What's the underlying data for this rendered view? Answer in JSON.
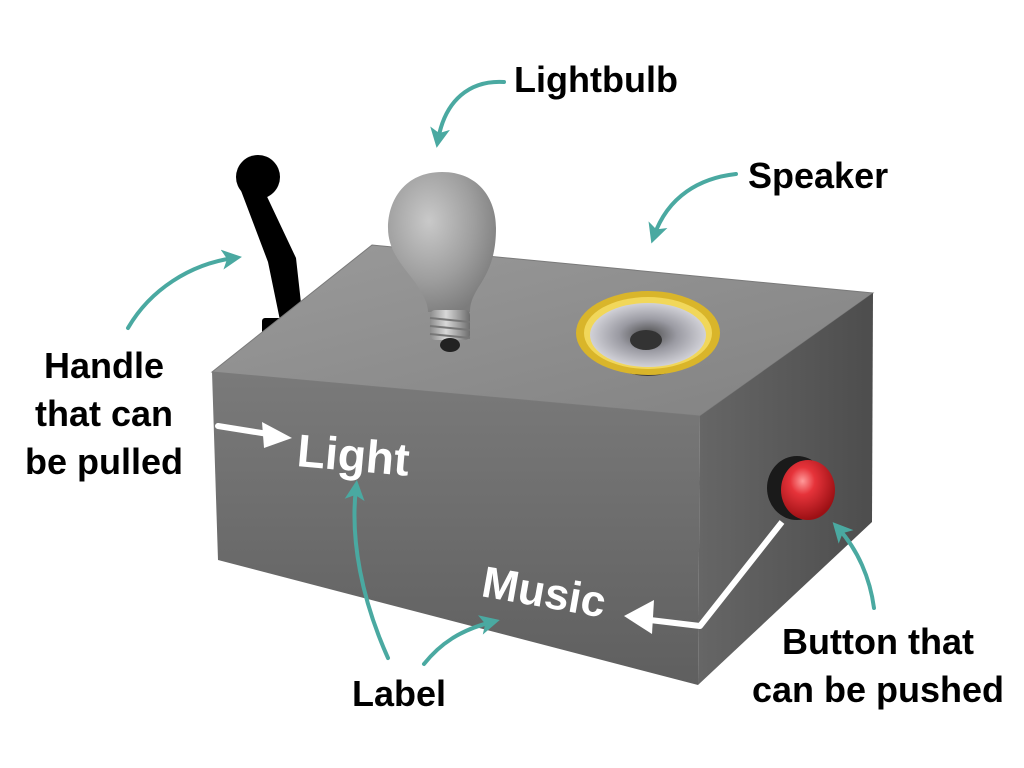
{
  "callouts": {
    "lightbulb": "Lightbulb",
    "speaker": "Speaker",
    "handle": [
      "Handle",
      "that can",
      "be pulled"
    ],
    "label": "Label",
    "button": [
      "Button that",
      "can be pushed"
    ]
  },
  "box_labels": {
    "light": "Light",
    "music": "Music"
  },
  "colors": {
    "arrow_teal": "#4aa9a1",
    "box_front": "#6b6b6b",
    "box_top": "#8d8d8d",
    "box_side": "#5a5a5a",
    "button_red": "#e0262b",
    "speaker_rim": "#d9b52a",
    "label_text": "#ffffff"
  }
}
